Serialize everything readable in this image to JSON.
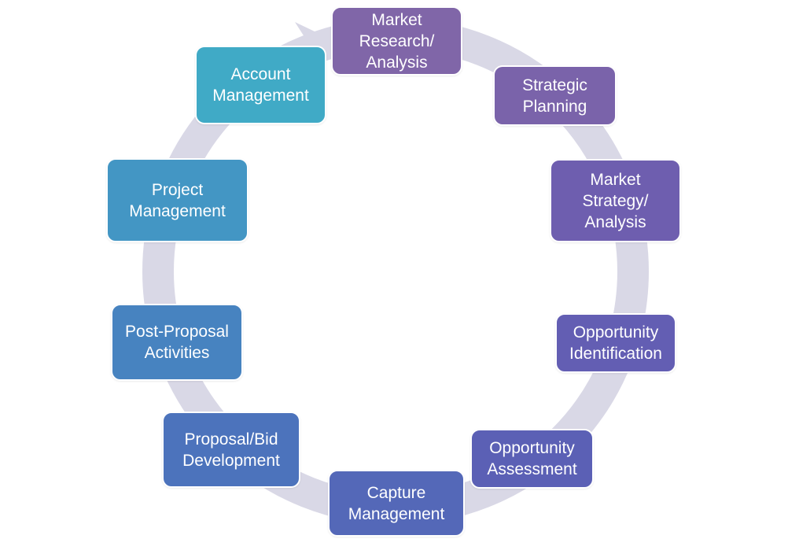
{
  "cycle": {
    "steps": [
      {
        "label": "Market\nResearch/\nAnalysis",
        "color": "#8066a8"
      },
      {
        "label": "Strategic\nPlanning",
        "color": "#7a63aa"
      },
      {
        "label": "Market\nStrategy/\nAnalysis",
        "color": "#6e5eaf"
      },
      {
        "label": "Opportunity\nIdentification",
        "color": "#635eb3"
      },
      {
        "label": "Opportunity\nAssessment",
        "color": "#5b60b5"
      },
      {
        "label": "Capture\nManagement",
        "color": "#5468b8"
      },
      {
        "label": "Proposal/Bid\nDevelopment",
        "color": "#4c73bc"
      },
      {
        "label": "Post-Proposal\nActivities",
        "color": "#4783c0"
      },
      {
        "label": "Project\nManagement",
        "color": "#4396c4"
      },
      {
        "label": "Account\nManagement",
        "color": "#40aac6"
      }
    ]
  }
}
